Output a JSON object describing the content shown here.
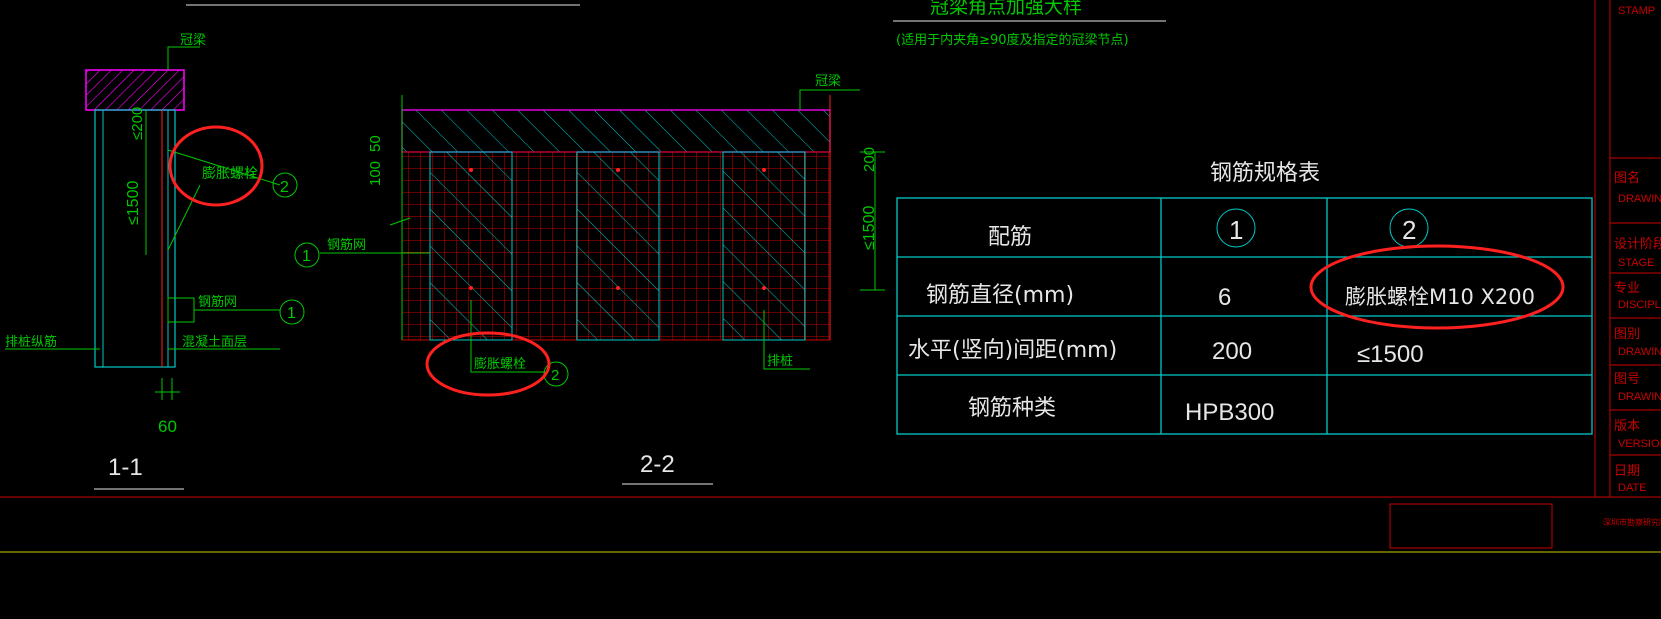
{
  "header": {
    "title_partial": "冠梁角点加强大样",
    "note": "(适用于内夹角≥90度及指定的冠梁节点)"
  },
  "section_1_1": {
    "label": "1-1",
    "crown_beam": "冠梁",
    "dim_200": "≤200",
    "dim_1500": "≤1500",
    "bolt": "膨胀螺栓",
    "bolt_marker": "2",
    "mesh": "钢筋网",
    "mesh_marker": "1",
    "pile_rebar": "排桩纵筋",
    "concrete_layer": "混凝土面层",
    "dim_60": "60"
  },
  "section_2_2": {
    "label": "2-2",
    "crown_beam": "冠梁",
    "dim_100": "100",
    "dim_50": "50",
    "dim_200": "200",
    "dim_1500": "≤1500",
    "mesh": "钢筋网",
    "mesh_marker": "1",
    "bolt": "膨胀螺栓",
    "bolt_marker": "2",
    "pile": "排桩"
  },
  "rebar_table": {
    "title": "钢筋规格表",
    "header": [
      "配筋",
      "1",
      "2"
    ],
    "rows": [
      [
        "钢筋直径(mm)",
        "6",
        "膨胀螺栓M10 X200"
      ],
      [
        "水平(竖向)间距(mm)",
        "200",
        "≤1500"
      ],
      [
        "钢筋种类",
        "HPB300",
        ""
      ]
    ]
  },
  "title_block": {
    "fields": [
      {
        "cn": "",
        "en": "STAMP"
      },
      {
        "cn": "图名",
        "en": "DRAWING"
      },
      {
        "cn": "设计阶段",
        "en": "STAGE"
      },
      {
        "cn": "专业",
        "en": "DISCIPLINE"
      },
      {
        "cn": "图别",
        "en": "DRAWING"
      },
      {
        "cn": "图号",
        "en": "DRAWING"
      },
      {
        "cn": "版本",
        "en": "VERSION"
      },
      {
        "cn": "日期",
        "en": "DATE"
      }
    ],
    "footer_note": "深圳市勘察研究院有限公司"
  },
  "colors": {
    "background": "#000000",
    "green": "#00c800",
    "cyan": "#00c8c8",
    "red": "#ff2020",
    "magenta": "#ff00ff",
    "white": "#e6e6e6",
    "grid_red": "#c80000"
  }
}
